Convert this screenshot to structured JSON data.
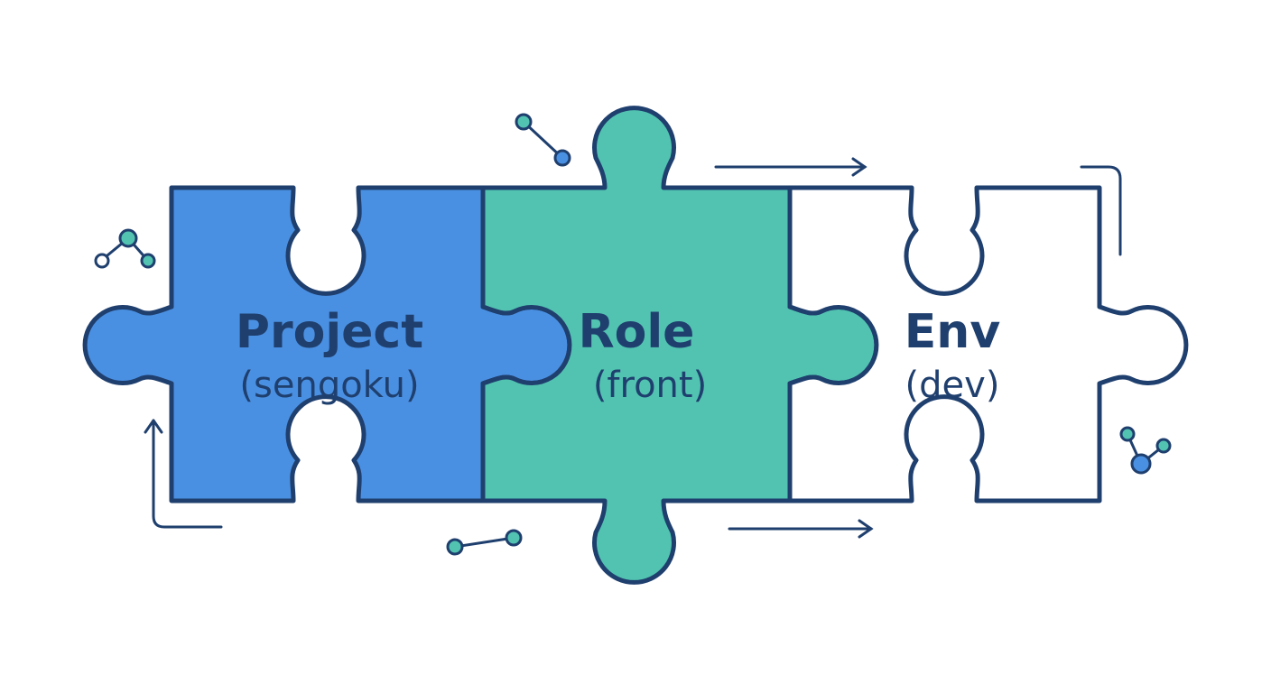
{
  "colors": {
    "outline": "#1f3f6e",
    "blue": "#4a90e2",
    "teal": "#52c3b1",
    "white": "#ffffff",
    "text": "#1f3f6e"
  },
  "pieces": [
    {
      "title": "Project",
      "subtitle": "(sengoku)",
      "fill": "blue"
    },
    {
      "title": "Role",
      "subtitle": "(front)",
      "fill": "teal"
    },
    {
      "title": "Env",
      "subtitle": "(dev)",
      "fill": "white"
    }
  ],
  "decorations": {
    "icons": [
      "molecule-icon",
      "link-icon",
      "arrow-icon",
      "corner-bracket-icon"
    ]
  }
}
